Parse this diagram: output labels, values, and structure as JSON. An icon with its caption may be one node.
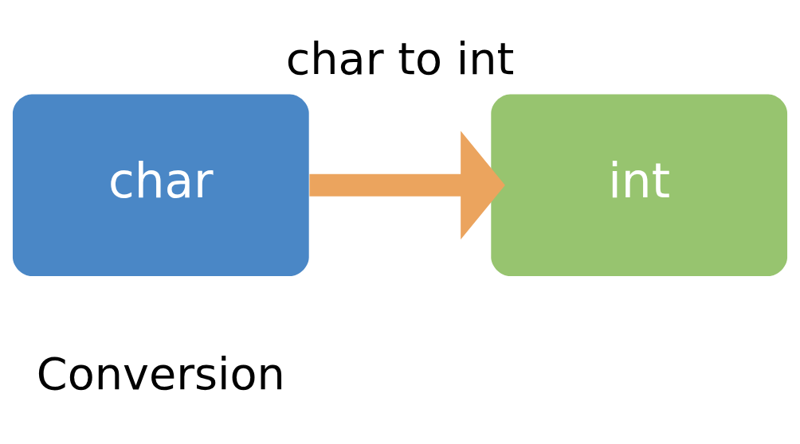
{
  "diagram": {
    "title": "char to int",
    "caption": "Conversion",
    "nodes": [
      {
        "text": [
          "char"
        ]
      },
      {
        "text": [
          "int"
        ]
      }
    ],
    "edges": [
      {
        "from": 0,
        "to": 1,
        "arrow": "to",
        "color": "#eba45e"
      }
    ]
  }
}
